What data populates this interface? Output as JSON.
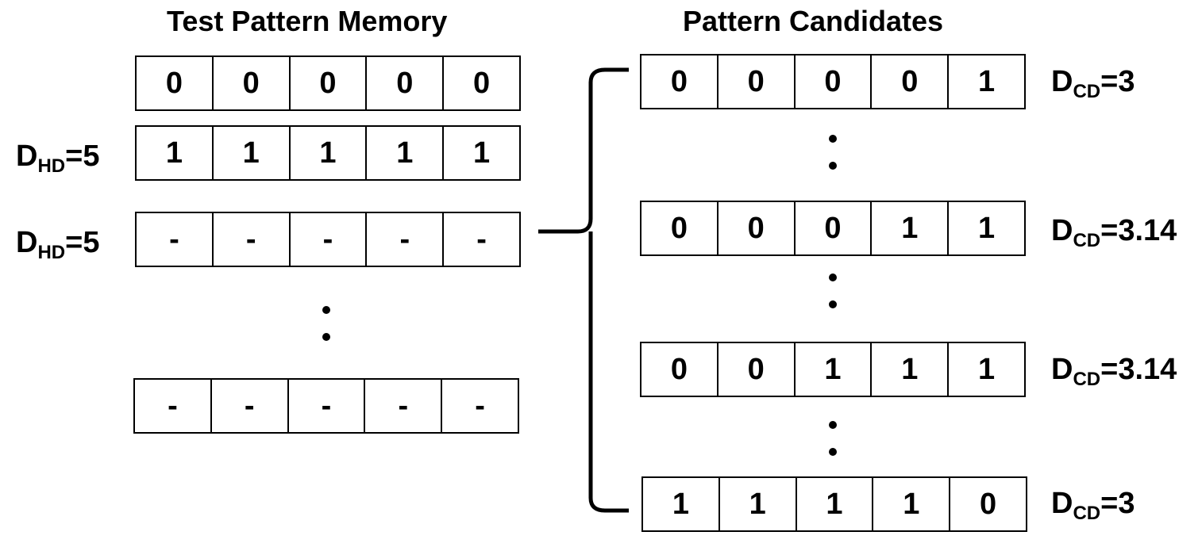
{
  "titles": {
    "memory": "Test Pattern Memory",
    "candidates": "Pattern Candidates"
  },
  "memory_rows": [
    {
      "cells": [
        "0",
        "0",
        "0",
        "0",
        "0"
      ],
      "label": ""
    },
    {
      "cells": [
        "1",
        "1",
        "1",
        "1",
        "1"
      ],
      "label_main": "D",
      "label_sub": "HD",
      "label_val": "=5"
    },
    {
      "cells": [
        "-",
        "-",
        "-",
        "-",
        "-"
      ],
      "label_main": "D",
      "label_sub": "HD",
      "label_val": "=5"
    },
    {
      "cells": [
        "-",
        "-",
        "-",
        "-",
        "-"
      ],
      "label": ""
    }
  ],
  "candidate_rows": [
    {
      "cells": [
        "0",
        "0",
        "0",
        "0",
        "1"
      ],
      "label_main": "D",
      "label_sub": "CD",
      "label_val": "=3"
    },
    {
      "cells": [
        "0",
        "0",
        "0",
        "1",
        "1"
      ],
      "label_main": "D",
      "label_sub": "CD",
      "label_val": "=3.14"
    },
    {
      "cells": [
        "0",
        "0",
        "1",
        "1",
        "1"
      ],
      "label_main": "D",
      "label_sub": "CD",
      "label_val": "=3.14"
    },
    {
      "cells": [
        "1",
        "1",
        "1",
        "1",
        "0"
      ],
      "label_main": "D",
      "label_sub": "CD",
      "label_val": "=3"
    }
  ]
}
